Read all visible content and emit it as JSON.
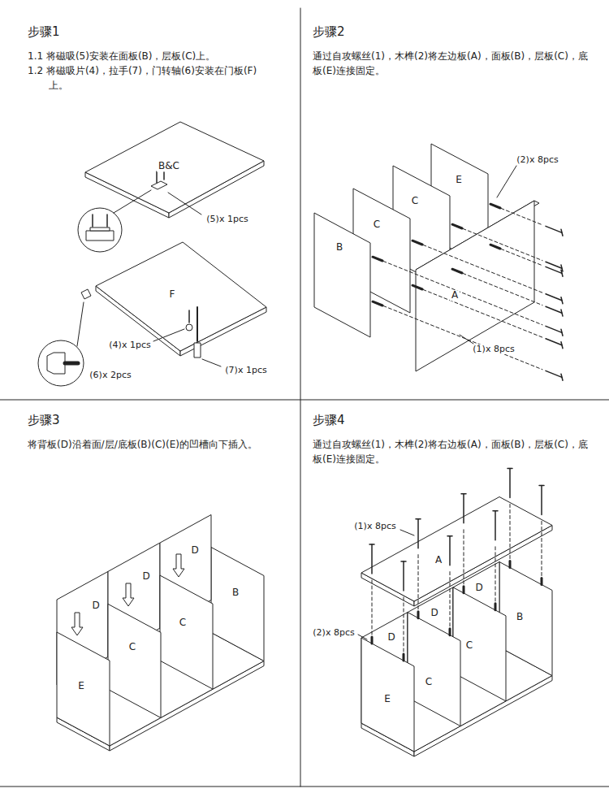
{
  "diagram": {
    "nodes": [
      {
        "text": [
          "步骤1",
          "1.1 将磁吸(5)安装在面板(B)，层板(C)上。",
          "1.2 将磁吸片(4)，拉手(7)，门转轴(6)安装在门板(F)上。"
        ]
      },
      {
        "text": [
          "步骤2",
          "通过自攻螺丝(1)，木榫(2)将左边板(A)，面板(B)，层板(C)，底板(E)连接固定。"
        ]
      },
      {
        "text": [
          "步骤3",
          "将背板(D)沿着面/层/底板(B)(C)(E)的凹槽向下插入。"
        ]
      },
      {
        "text": [
          "步骤4",
          "通过自攻螺丝(1)，木榫(2)将右边板(A)，面板(B)，层板(C)，底板(E)连接固定。"
        ]
      }
    ],
    "labels": [
      "B&C",
      "(5)x 1pcs",
      "F",
      "(4)x 1pcs",
      "(7)x 1pcs",
      "(6)x 2pcs",
      "E",
      "(2)x 8pcs",
      "C",
      "C",
      "B",
      "A",
      "(1)x 8pcs",
      "D",
      "D",
      "D",
      "B",
      "C",
      "C",
      "E",
      "(1)x 8pcs",
      "A",
      "D",
      "D",
      "D",
      "B",
      "C",
      "C",
      "(2)x 8pcs",
      "E"
    ]
  }
}
